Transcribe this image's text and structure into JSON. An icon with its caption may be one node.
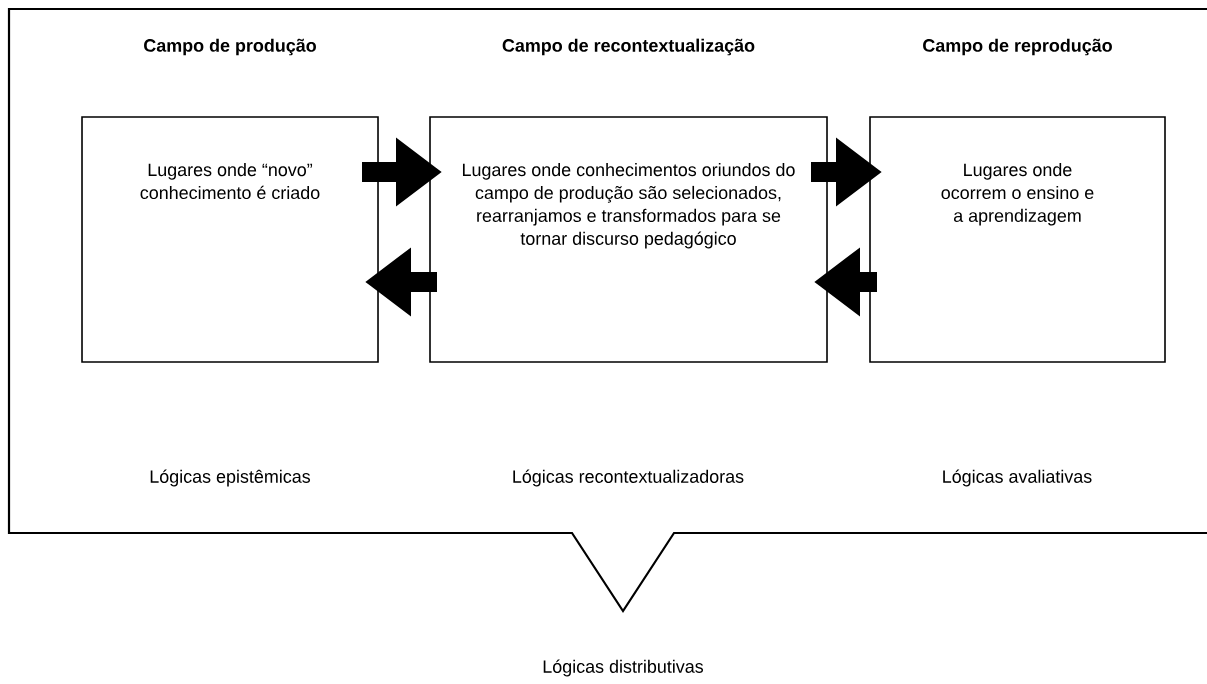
{
  "diagram": {
    "nodes": [
      {
        "text": [
          "Campo de produção",
          "Lugares onde “novo” conhecimento é criado"
        ]
      },
      {
        "text": [
          "Campo de recontextualização",
          "Lugares onde conhecimentos oriundos do campo de produção são selecionados, rearranjamos e transformados para se tornar discurso pedagógico"
        ]
      },
      {
        "text": [
          "Campo de reprodução",
          "Lugares onde ocorrem o ensino e a aprendizagem"
        ]
      }
    ],
    "edges": [
      {
        "from": 0,
        "to": 1,
        "arrow": "to"
      },
      {
        "from": 1,
        "to": 0,
        "arrow": "to"
      },
      {
        "from": 1,
        "to": 2,
        "arrow": "to"
      },
      {
        "from": 2,
        "to": 1,
        "arrow": "to"
      }
    ],
    "labels": [
      "Lógicas epistêmicas",
      "Lógicas recontextualizadoras",
      "Lógicas avaliativas",
      "Lógicas distributivas"
    ]
  }
}
